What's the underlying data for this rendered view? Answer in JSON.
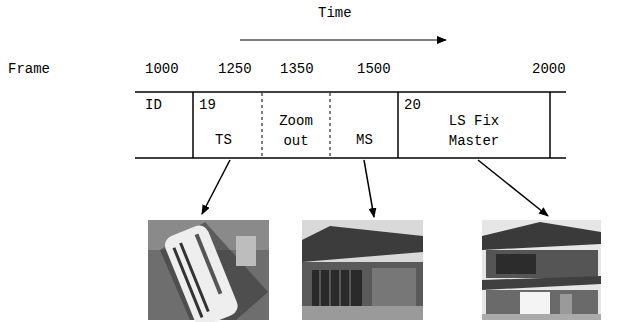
{
  "diagram": {
    "nodes": [
      {
        "text": [
          "ID"
        ]
      },
      {
        "text": [
          "19"
        ]
      },
      {
        "text": [
          "TS"
        ],
        "in": 1
      },
      {
        "text": [
          "Zoom out"
        ],
        "in": 1
      },
      {
        "text": [
          "MS"
        ],
        "in": 1
      },
      {
        "text": [
          "20",
          "LS Fix Master"
        ]
      }
    ],
    "labels": [
      "Time",
      "Frame",
      "1000",
      "1250",
      "1350",
      "1500",
      "2000"
    ]
  }
}
